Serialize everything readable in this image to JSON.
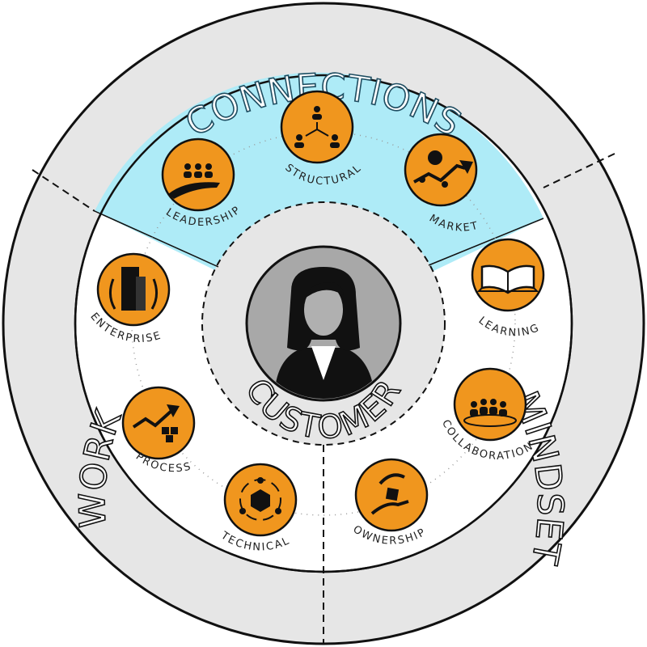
{
  "segments": {
    "connections": "CONNECTIONS",
    "mindset": "MINDSET",
    "work": "WORK"
  },
  "center": {
    "label": "CUSTOMER",
    "icon": "customer-avatar-icon"
  },
  "nodes": [
    {
      "id": "structural",
      "label": "STRUCTURAL",
      "icon": "network-people-icon"
    },
    {
      "id": "market",
      "label": "MARKET",
      "icon": "trend-arrow-icon"
    },
    {
      "id": "learning",
      "label": "LEARNING",
      "icon": "open-book-icon"
    },
    {
      "id": "collaboration",
      "label": "COLLABORATION",
      "icon": "team-table-icon"
    },
    {
      "id": "ownership",
      "label": "OWNERSHIP",
      "icon": "hand-box-icon"
    },
    {
      "id": "technical",
      "label": "TECHNICAL",
      "icon": "cycle-box-icon"
    },
    {
      "id": "process",
      "label": "PROCESS",
      "icon": "trend-boxes-icon"
    },
    {
      "id": "enterprise",
      "label": "ENTERPRISE",
      "icon": "building-icon"
    },
    {
      "id": "leadership",
      "label": "LEADERSHIP",
      "icon": "hand-people-icon"
    }
  ],
  "colors": {
    "orange": "#F0961E",
    "connections_fill": "#AEEBF7",
    "ring": "#E6E6E6",
    "dark": "#111111",
    "avatar_bg": "#A8A8A8"
  }
}
